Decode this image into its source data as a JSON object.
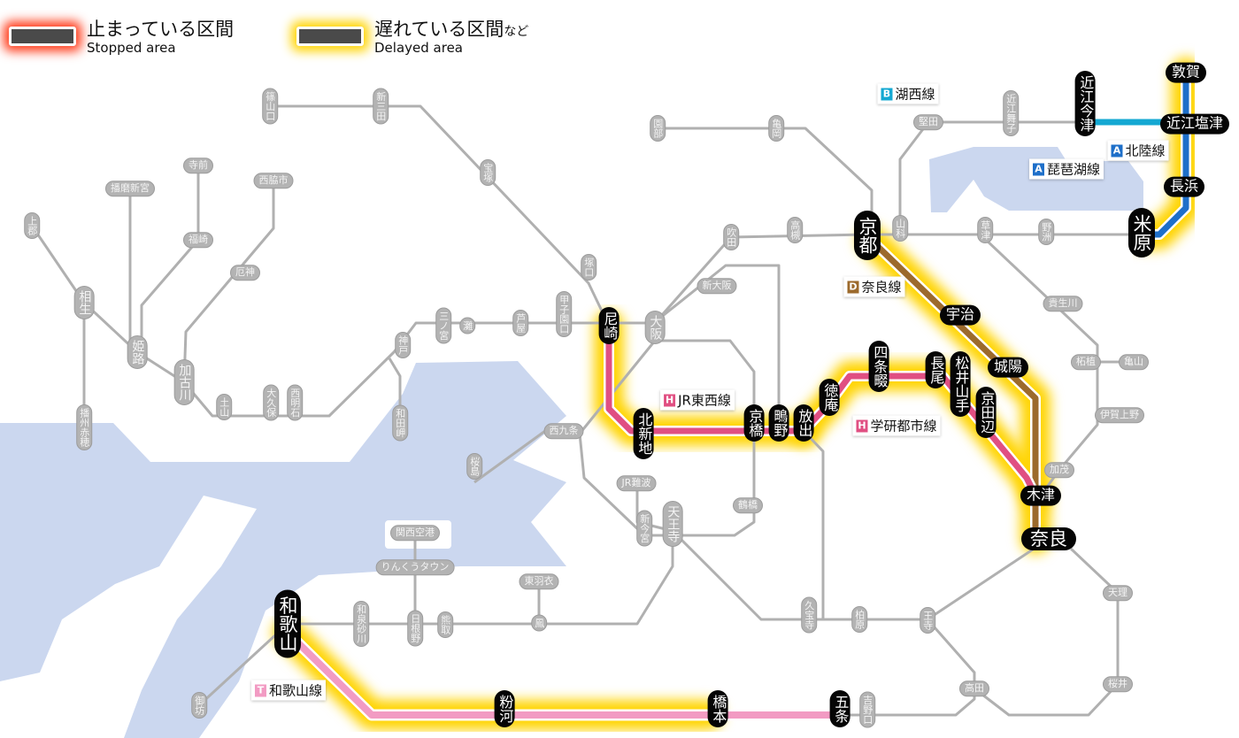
{
  "legend": {
    "stopped_title": "止まっている区間",
    "stopped_sub": "Stopped area",
    "delayed_title": "遅れている区間",
    "delayed_suffix": "など",
    "delayed_sub": "Delayed area",
    "stopped_color": "#ff3b1a",
    "delayed_color": "#ffd400"
  },
  "colors": {
    "sea": "#cbd7ef",
    "gray_line": "#b0b0b0",
    "hokuriku": "#1e6fc9",
    "kosei": "#14a8d2",
    "nara": "#9c6a2c",
    "tozai": "#e04f82",
    "wakayama": "#f29bc3"
  },
  "line_labels": [
    {
      "id": "kosei",
      "badge": "B",
      "name": "湖西線",
      "color": "#14a8d2"
    },
    {
      "id": "hokuriku",
      "badge": "A",
      "name": "北陸線",
      "color": "#1e6fc9"
    },
    {
      "id": "biwako",
      "badge": "A",
      "name": "琵琶湖線",
      "color": "#1e6fc9"
    },
    {
      "id": "nara",
      "badge": "D",
      "name": "奈良線",
      "color": "#9c6a2c"
    },
    {
      "id": "tozai",
      "badge": "H",
      "name": "JR東西線",
      "color": "#e04f82"
    },
    {
      "id": "gakken",
      "badge": "H",
      "name": "学研都市線",
      "color": "#e04f82"
    },
    {
      "id": "wakayama",
      "badge": "T",
      "name": "和歌山線",
      "color": "#f29bc3"
    }
  ],
  "stations": {
    "sasayamaguchi": "篠山口",
    "shinsanda": "新三田",
    "takarazuka": "宝塚",
    "tsukaguchi": "塚口",
    "koshienguchi": "甲子園口",
    "ashiya": "芦屋",
    "nada": "灘",
    "sannomiya": "三ノ宮",
    "kobe": "神戸",
    "wadamisaki": "和田岬",
    "nishiakashi": "西明石",
    "okubo": "大久保",
    "tsuchiyama": "土山",
    "kakogawa": "加古川",
    "yakujin": "厄神",
    "nishiwakishi": "西脇市",
    "teramae": "寺前",
    "fukusaki": "福崎",
    "harimashingu": "播磨新宮",
    "himeji": "姫路",
    "aioi": "相生",
    "kamigori": "上郡",
    "banshuako": "播州赤穂",
    "osaka": "大阪",
    "shinosaka": "新大阪",
    "suita": "吹田",
    "takatsuki": "高槻",
    "sonobe": "園部",
    "kameoka": "亀岡",
    "katata": "堅田",
    "omimaiko": "近江舞子",
    "yamashina": "山科",
    "kusatsu": "草津",
    "yasu": "野洲",
    "kibukawa": "貴生川",
    "tsuge": "柘植",
    "kameyama": "亀山",
    "igaueno": "伊賀上野",
    "kamo": "加茂",
    "nishikujo": "西九条",
    "sakurajima": "桜島",
    "jrnamba": "JR難波",
    "shinimamiya": "新今宮",
    "tennoji": "天王寺",
    "tsuruhashi": "鶴橋",
    "kansaikuko": "関西空港",
    "rinkutown": "りんくうタウン",
    "higashihagoromo": "東羽衣",
    "otori": "鳳",
    "kumatori": "熊取",
    "hineno": "日根野",
    "izumisunagawa": "和泉砂川",
    "gobo": "御坊",
    "kyuhoji": "久宝寺",
    "kashiwara": "柏原",
    "oji": "王寺",
    "takada": "高田",
    "tenri": "天理",
    "sakurai": "桜井",
    "yoshinoguchi": "吉野口",
    "tsuruga": "敦賀",
    "omiimazu": "近江今津",
    "omishiotsu": "近江塩津",
    "nagahama": "長浜",
    "maibara": "米原",
    "kyoto": "京都",
    "uji": "宇治",
    "joyo": "城陽",
    "kizu": "木津",
    "nara": "奈良",
    "amagasaki": "尼崎",
    "kitashinchi": "北新地",
    "kyobashi": "京橋",
    "shigino": "鴫野",
    "hanaten": "放出",
    "tokuan": "徳庵",
    "shijonawate": "四条畷",
    "nagao": "長尾",
    "matsuiyamate": "松井山手",
    "kyotanabe": "京田辺",
    "wakayama": "和歌山",
    "kokawa": "粉河",
    "hashimoto": "橋本",
    "gojo": "五条"
  }
}
